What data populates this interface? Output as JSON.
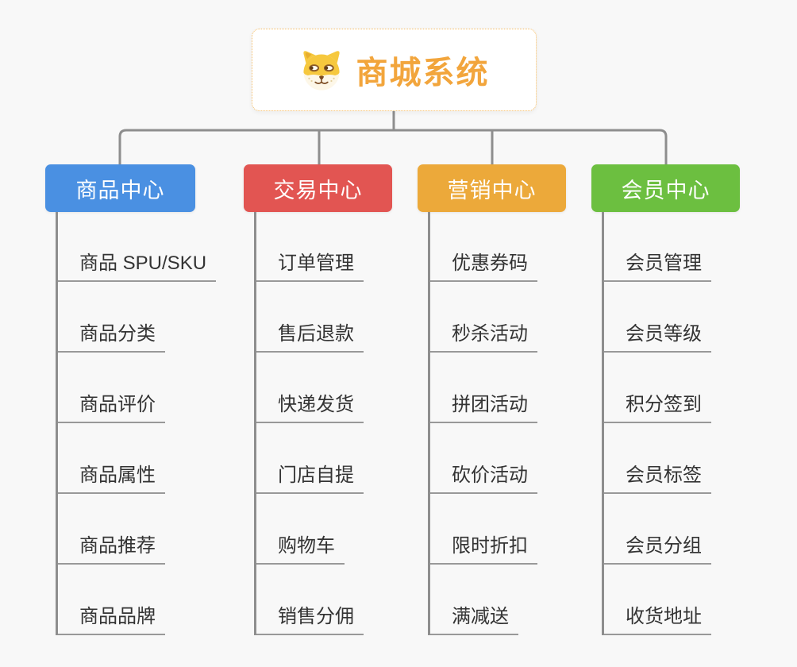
{
  "page": {
    "background_color": "#f8f8f8"
  },
  "root": {
    "label": "商城系统",
    "icon": "dog-face-icon",
    "text_color": "#f2a53c",
    "border_color": "#f5bd66",
    "background_color": "#ffffff"
  },
  "connectors": {
    "color": "#8e8e8e",
    "underline_color": "#999999",
    "child_text_color": "#333333"
  },
  "branches": [
    {
      "label": "商品中心",
      "color": "#4a90e2",
      "children": [
        "商品 SPU/SKU",
        "商品分类",
        "商品评价",
        "商品属性",
        "商品推荐",
        "商品品牌"
      ]
    },
    {
      "label": "交易中心",
      "color": "#e25552",
      "children": [
        "订单管理",
        "售后退款",
        "快递发货",
        "门店自提",
        "购物车",
        "销售分佣"
      ]
    },
    {
      "label": "营销中心",
      "color": "#eca93a",
      "children": [
        "优惠券码",
        "秒杀活动",
        "拼团活动",
        "砍价活动",
        "限时折扣",
        "满减送"
      ]
    },
    {
      "label": "会员中心",
      "color": "#6cbf40",
      "children": [
        "会员管理",
        "会员等级",
        "积分签到",
        "会员标签",
        "会员分组",
        "收货地址"
      ]
    }
  ]
}
